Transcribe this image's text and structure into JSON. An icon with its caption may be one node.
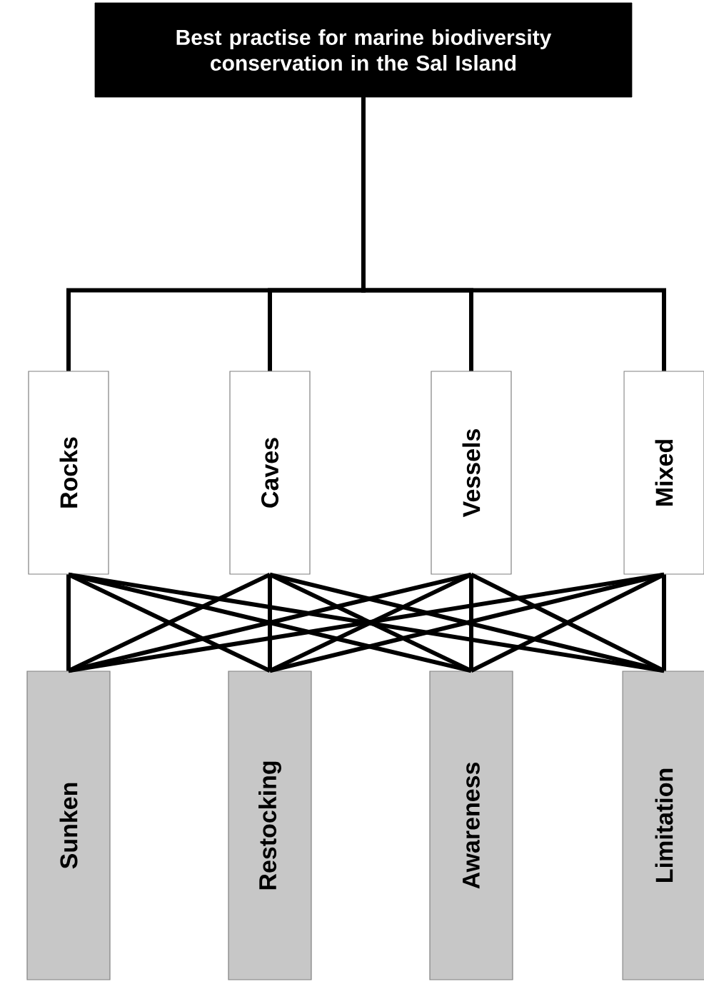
{
  "diagram": {
    "nodes": [
      {
        "text": [
          "Best practise for marine biodiversity conservation in the Sal Island"
        ]
      },
      {
        "text": [
          "Rocks"
        ]
      },
      {
        "text": [
          "Caves"
        ]
      },
      {
        "text": [
          "Vessels"
        ]
      },
      {
        "text": [
          "Mixed"
        ]
      },
      {
        "text": [
          "Sunken"
        ]
      },
      {
        "text": [
          "Restocking"
        ]
      },
      {
        "text": [
          "Awareness"
        ]
      },
      {
        "text": [
          "Limitation"
        ]
      }
    ],
    "edges": [
      {
        "from": 0,
        "to": 1,
        "arrow": "none"
      },
      {
        "from": 0,
        "to": 2,
        "arrow": "none"
      },
      {
        "from": 0,
        "to": 3,
        "arrow": "none"
      },
      {
        "from": 0,
        "to": 4,
        "arrow": "none"
      },
      {
        "from": 1,
        "to": 5,
        "arrow": "none"
      },
      {
        "from": 1,
        "to": 6,
        "arrow": "none"
      },
      {
        "from": 1,
        "to": 7,
        "arrow": "none"
      },
      {
        "from": 1,
        "to": 8,
        "arrow": "none"
      },
      {
        "from": 2,
        "to": 5,
        "arrow": "none"
      },
      {
        "from": 2,
        "to": 6,
        "arrow": "none"
      },
      {
        "from": 2,
        "to": 7,
        "arrow": "none"
      },
      {
        "from": 2,
        "to": 8,
        "arrow": "none"
      },
      {
        "from": 3,
        "to": 5,
        "arrow": "none"
      },
      {
        "from": 3,
        "to": 6,
        "arrow": "none"
      },
      {
        "from": 3,
        "to": 7,
        "arrow": "none"
      },
      {
        "from": 3,
        "to": 8,
        "arrow": "none"
      },
      {
        "from": 4,
        "to": 5,
        "arrow": "none"
      },
      {
        "from": 4,
        "to": 6,
        "arrow": "none"
      },
      {
        "from": 4,
        "to": 7,
        "arrow": "none"
      },
      {
        "from": 4,
        "to": 8,
        "arrow": "none"
      }
    ]
  }
}
